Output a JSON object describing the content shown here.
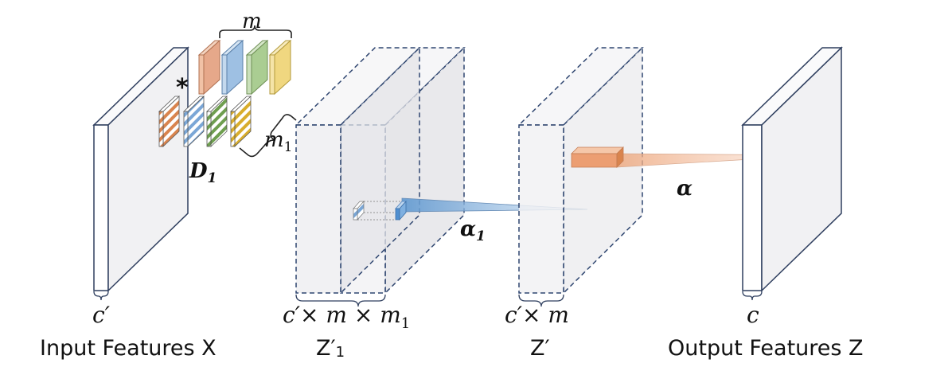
{
  "colors": {
    "panel_face": "#f1f1f3",
    "panel_side": "#fafafb",
    "panel_stroke": "#2f3f5f",
    "dash_stroke": "#2f4670",
    "orange": "#e6a88a",
    "blue": "#9ec0e3",
    "green": "#aacd92",
    "yellow": "#f0d780",
    "blue_cone": "#6fa6d8",
    "orange_cone": "#f1c1a2"
  },
  "icons": {
    "conv_operator": "asterisk-icon",
    "channel_brace": "curly-brace-icon"
  },
  "labels": {
    "m_top": "m",
    "m1_side": "m",
    "m1_sub": "1",
    "d1": "D",
    "d1_sub": "1",
    "alpha1": "α",
    "alpha1_sub": "1",
    "alpha": "α",
    "conv_star": "*"
  },
  "panels": {
    "input": {
      "dim": "c′",
      "caption": "Input Features X"
    },
    "z1": {
      "dim": "c′× m × m",
      "dim_sub": "1",
      "caption": "Z′",
      "caption_sub": "1"
    },
    "z": {
      "dim": "c′× m",
      "caption": "Z′"
    },
    "output": {
      "dim": "c",
      "caption": "Output Features Z"
    }
  }
}
